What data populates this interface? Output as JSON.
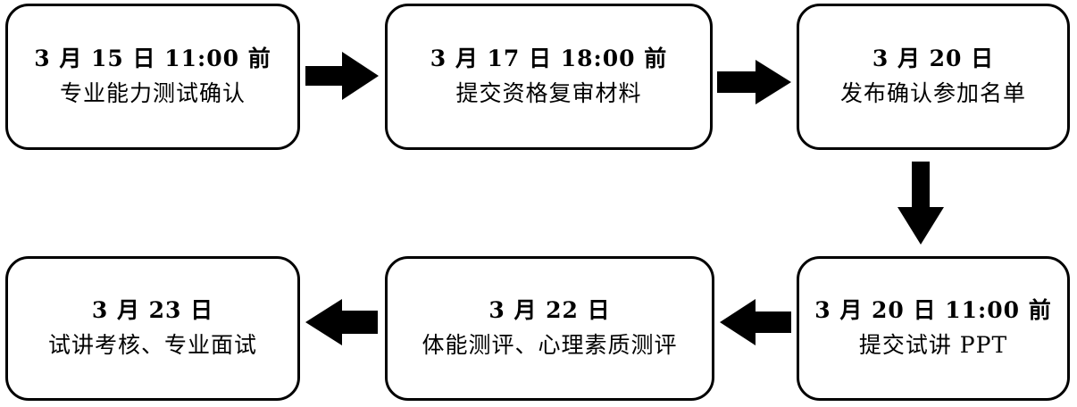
{
  "steps": [
    {
      "line1": "3 月 15 日 11:00 前",
      "line2": "专业能力测试确认"
    },
    {
      "line1": "3 月 17 日 18:00 前",
      "line2": "提交资格复审材料"
    },
    {
      "line1": "3 月 20 日",
      "line2": "发布确认参加名单"
    },
    {
      "line1": "3 月 20 日 11:00 前",
      "line2": "提交试讲 PPT"
    },
    {
      "line1": "3 月 22 日",
      "line2": "体能测评、心理素质测评"
    },
    {
      "line1": "3 月 23 日",
      "line2": "试讲考核、专业面试"
    }
  ],
  "colors": {
    "border": "#000000",
    "arrow": "#000000",
    "background": "#ffffff"
  }
}
